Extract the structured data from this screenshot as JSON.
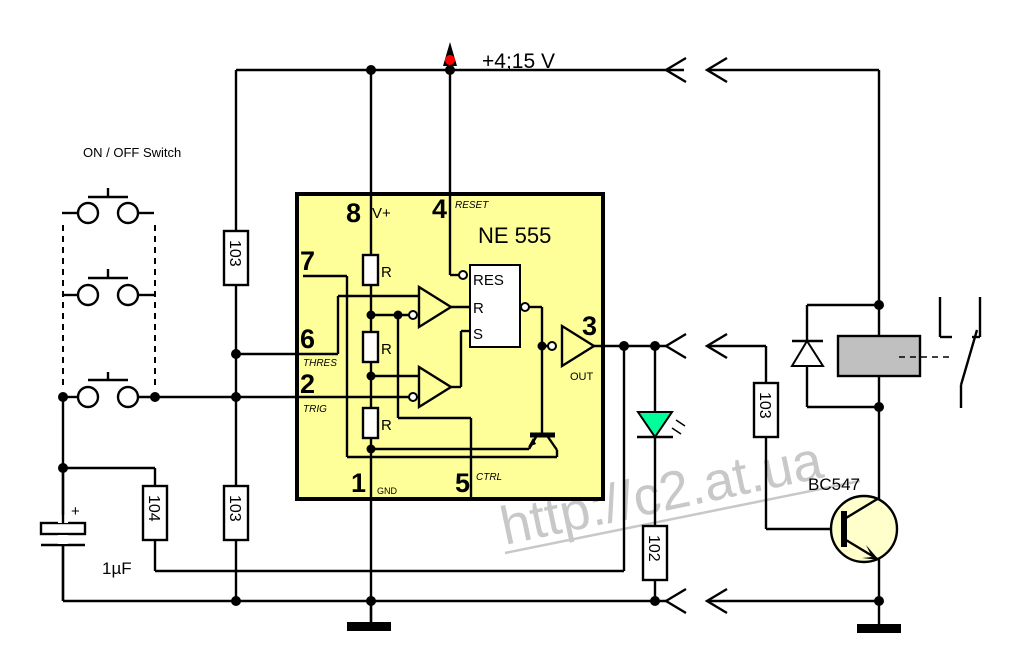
{
  "supply": {
    "label": "+4;15 V"
  },
  "switch": {
    "label": "ON / OFF Switch"
  },
  "ic": {
    "name": "NE 555",
    "pins": [
      {
        "number": "8",
        "name": "V+"
      },
      {
        "number": "4",
        "name": "RESET"
      },
      {
        "number": "7",
        "name": ""
      },
      {
        "number": "6",
        "name": "THRES"
      },
      {
        "number": "2",
        "name": "TRIG"
      },
      {
        "number": "3",
        "name": "OUT"
      },
      {
        "number": "1",
        "name": "GND"
      },
      {
        "number": "5",
        "name": "CTRL"
      }
    ],
    "internal_resistor_label": "R",
    "flipflop": {
      "res": "RES",
      "r": "R",
      "s": "S"
    },
    "fill_color": "#ffff99"
  },
  "components": {
    "r_top_left": "103",
    "r_bottom_left": "103",
    "r_timing": "104",
    "r_led": "102",
    "r_base": "103",
    "capacitor": {
      "value": "1µF",
      "polarity": "+"
    },
    "transistor": "BC547",
    "led_color": "#00ff99",
    "relay_color": "#c0c0c0",
    "supply_marker_color": "#ff0000"
  },
  "watermark": "http://c2.at.ua"
}
